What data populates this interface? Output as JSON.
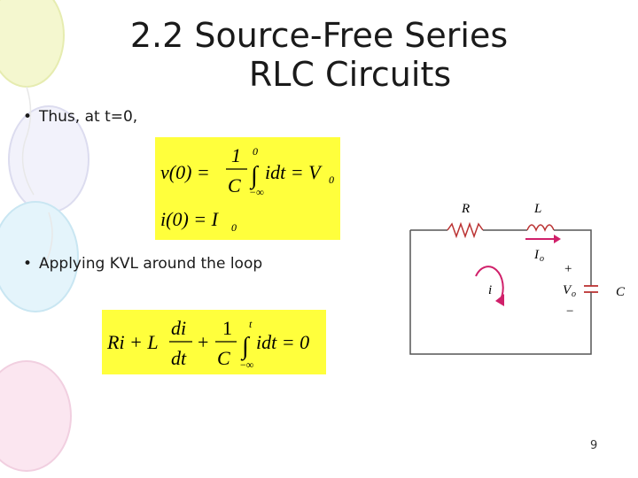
{
  "slide": {
    "title_line1": "2.2 Source-Free Series",
    "title_line2": "RLC Circuits",
    "bullet1": "Thus, at t=0,",
    "bullet2": "Applying KVL around the loop",
    "page_number": "9"
  },
  "equations": {
    "eq1_lhs": "v(0) =",
    "eq1_frac_num": "1",
    "eq1_frac_den": "C",
    "eq1_int_upper": "0",
    "eq1_int_lower": "−∞",
    "eq1_rhs": "idt = V",
    "eq1_rhs_sub": "0",
    "eq2": "i(0) = I",
    "eq2_sub": "0",
    "kvl_lhs": "Ri + L",
    "kvl_frac1_num": "di",
    "kvl_frac1_den": "dt",
    "kvl_plus": "+",
    "kvl_frac2_num": "1",
    "kvl_frac2_den": "C",
    "kvl_int_upper": "t",
    "kvl_int_lower": "−∞",
    "kvl_rhs": "idt = 0"
  },
  "circuit": {
    "label_R": "R",
    "label_L": "L",
    "label_Io": "I",
    "label_Io_sub": "o",
    "label_plus": "+",
    "label_Vo": "V",
    "label_Vo_sub": "o",
    "label_minus": "−",
    "label_C": "C",
    "label_i": "i"
  },
  "colors": {
    "equation_highlight": "#ffff3c",
    "arrow": "#d0206a"
  }
}
